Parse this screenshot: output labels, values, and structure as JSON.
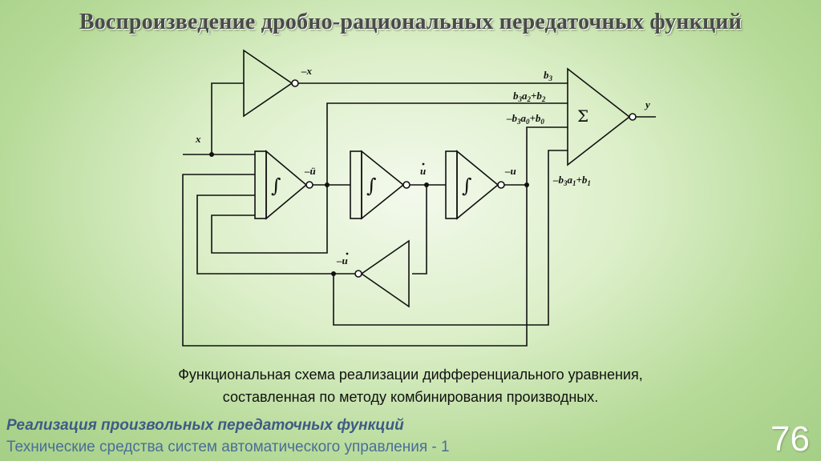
{
  "slide": {
    "title": "Воспроизведение дробно-рациональных передаточных функций",
    "caption_line1": "Функциональная схема реализации дифференциального уравнения,",
    "caption_line2": "составленная по методу комбинирования производных.",
    "footer_topic": "Реализация произвольных передаточных функций",
    "footer_course": "Технические средства систем автоматического управления - 1",
    "page_number": "76"
  },
  "diagram": {
    "labels": {
      "neg_x": "–x",
      "x": "x",
      "neg_u_ddot": "–ü",
      "u_dot": "u",
      "neg_u": "–u",
      "neg_u_dot": "–u",
      "y": "y",
      "sum_symbol": "Σ",
      "integral_symbol": "∫"
    },
    "coef": {
      "c1": "b",
      "c1_sub": "3",
      "c2_a": "b",
      "c2_a_sub": "3",
      "c2_b": "a",
      "c2_b_sub": "2",
      "c2_c": "+b",
      "c2_c_sub": "2",
      "c3_a": "–b",
      "c3_a_sub": "3",
      "c3_b": "a",
      "c3_b_sub": "0",
      "c3_c": "+b",
      "c3_c_sub": "0",
      "c4_a": "–b",
      "c4_a_sub": "3",
      "c4_b": "a",
      "c4_b_sub": "1",
      "c4_c": "+b",
      "c4_c_sub": "1"
    }
  },
  "colors": {
    "line": "#111111",
    "title": "#4a4a4a",
    "footer_topic": "#3e5b84",
    "footer_course": "#4a6e97"
  }
}
